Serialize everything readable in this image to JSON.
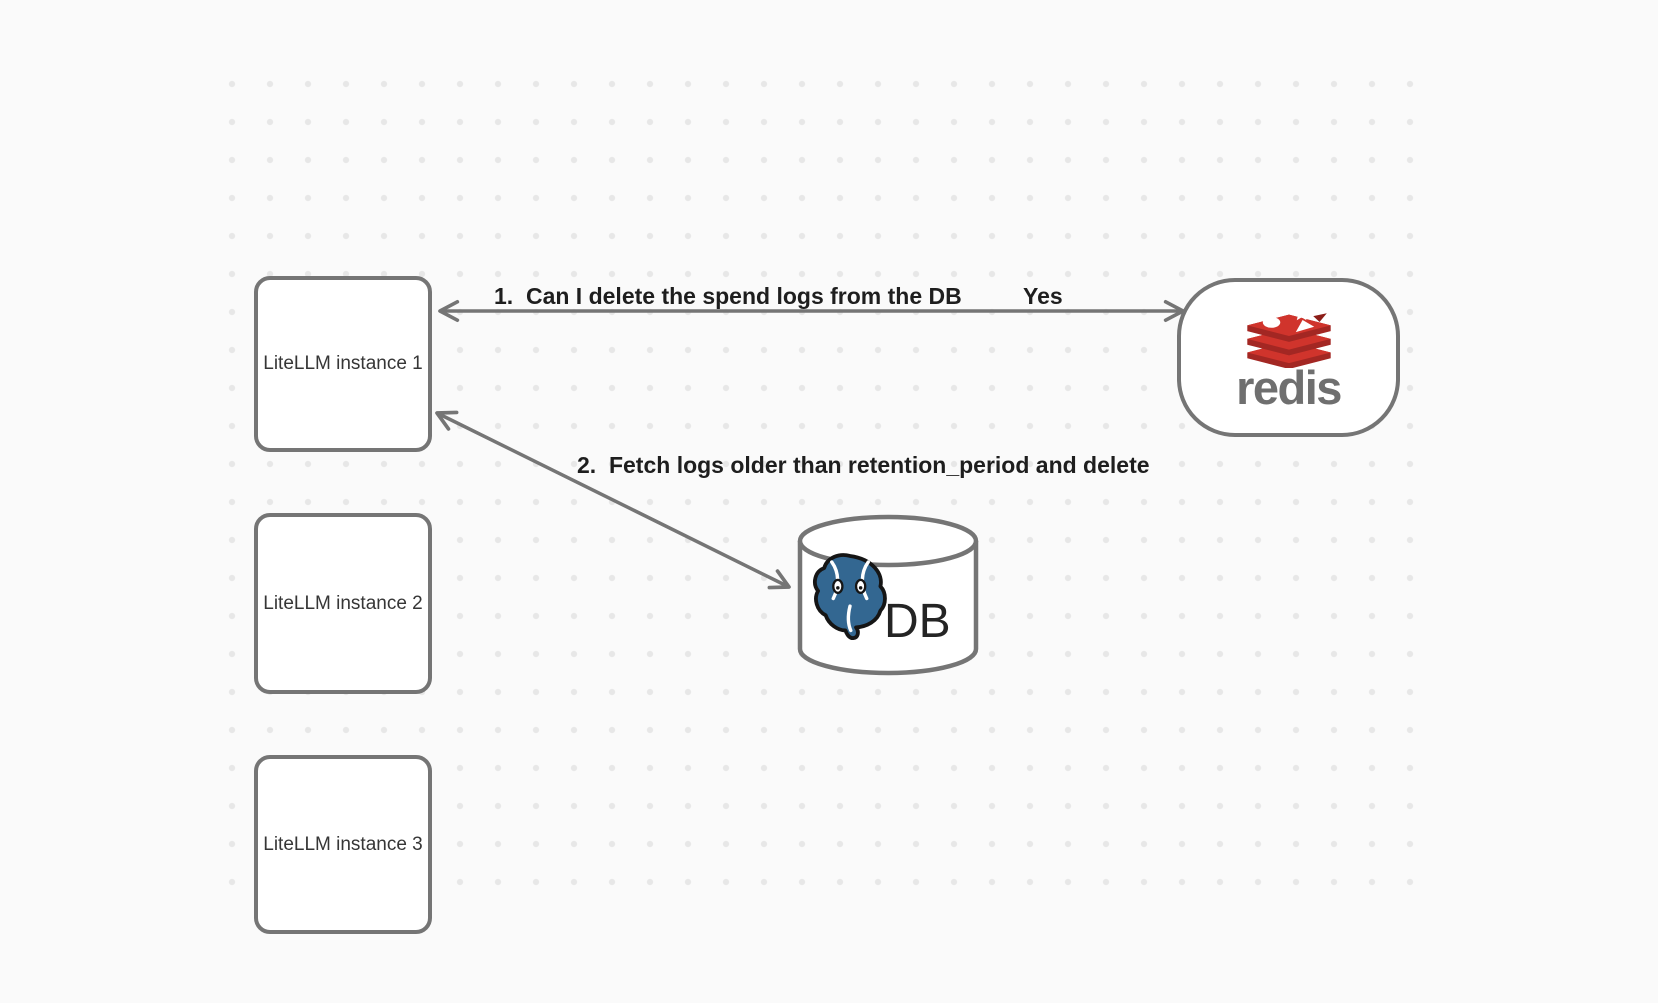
{
  "diagram": {
    "nodes": {
      "instance1": "LiteLLM instance 1",
      "instance2": "LiteLLM instance 2",
      "instance3": "LiteLLM instance 3",
      "redis_label": "redis",
      "db_label": "DB"
    },
    "edges": {
      "query_label": "1.  Can I delete the spend logs from the DB",
      "query_answer": "Yes",
      "fetch_label": "2.  Fetch logs older than retention_period and delete"
    },
    "icons": {
      "redis": "redis-stack-icon",
      "postgres": "postgresql-elephant-icon"
    },
    "colors": {
      "background": "#fafafa",
      "grid_dot": "#e7e7e7",
      "stroke": "#757575",
      "label_text": "#1e1e1e",
      "node_text": "#363636",
      "redis_red": "#d0342c",
      "redis_red_dark": "#a32723",
      "redis_wordmark_gray": "#6f6f6f",
      "postgres_blue": "#336791"
    }
  }
}
